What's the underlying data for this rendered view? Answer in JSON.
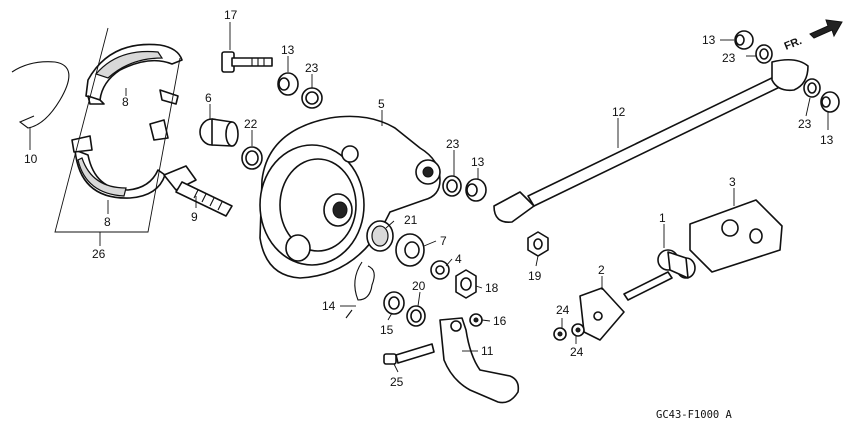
{
  "callouts": {
    "c1": "1",
    "c2": "2",
    "c3": "3",
    "c4": "4",
    "c5": "5",
    "c6": "6",
    "c7": "7",
    "c8a": "8",
    "c8b": "8",
    "c9": "9",
    "c10": "10",
    "c11": "11",
    "c12": "12",
    "c13a": "13",
    "c13b": "13",
    "c13c": "13",
    "c13d": "13",
    "c14": "14",
    "c15": "15",
    "c16": "16",
    "c17": "17",
    "c18": "18",
    "c19": "19",
    "c20": "20",
    "c21": "21",
    "c22": "22",
    "c23a": "23",
    "c23b": "23",
    "c23c": "23",
    "c23d": "23",
    "c24a": "24",
    "c24b": "24",
    "c25": "25",
    "c26": "26"
  },
  "direction_label": "FR.",
  "diagram_code": "GC43-F1000 A",
  "colors": {
    "ink": "#111111",
    "background": "#ffffff"
  }
}
